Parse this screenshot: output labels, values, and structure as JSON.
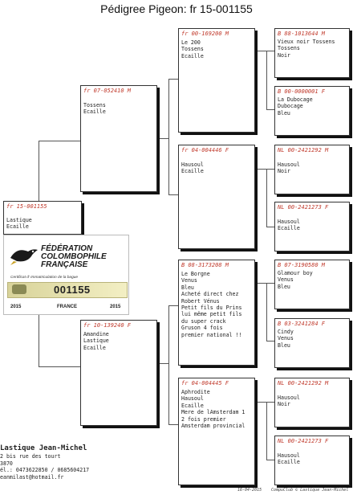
{
  "title": "Pédigree Pigeon: fr  15-001155",
  "pigeons": {
    "subject": {
      "ring": "fr  15-001155",
      "lines": [
        "Lastique",
        "Ecaille"
      ]
    },
    "sire": {
      "ring": "fr  07-052410 M",
      "lines": [
        "Tossens",
        "Ecaille"
      ]
    },
    "dam": {
      "ring": "fr  10-139240 F",
      "lines": [
        "Amandine",
        "Lastique",
        "Ecaille"
      ]
    },
    "ss": {
      "ring": "fr  00-169200 M",
      "lines": [
        "Le 200",
        "Tossens",
        "Ecaille"
      ]
    },
    "sd": {
      "ring": "fr  04-004446 F",
      "lines": [
        "Hausoul",
        "Ecaille"
      ]
    },
    "ds": {
      "ring": "B   08-3173208 M",
      "lines": [
        "Le Borgne",
        "Venus",
        "Bleu",
        "Acheté direct chez",
        "Robert Vénus",
        "Petit fils du Prins",
        "lui même petit fils",
        "du super crack",
        "Gruson 4 fois",
        "premier national !!"
      ]
    },
    "dd": {
      "ring": "fr  04-004445 F",
      "lines": [
        "Aphrodite",
        "Hausoul",
        "Ecaille",
        "Mere de lAmsterdam 1",
        "2 fois premier",
        "Amsterdam provincial"
      ]
    },
    "sss": {
      "ring": "B   88-1013644 M",
      "lines": [
        "Vieux noir Tossens",
        "Tossens",
        "Noir"
      ]
    },
    "ssd": {
      "ring": "B   00-0000001 F",
      "lines": [
        "La Dubocage",
        "Dubocage",
        "Bleu"
      ]
    },
    "sds": {
      "ring": "NL  00-2421292 M",
      "lines": [
        "Hausoul",
        "Noir"
      ]
    },
    "sdd": {
      "ring": "NL  00-2421273 F",
      "lines": [
        "Hausoul",
        "Ecaille"
      ]
    },
    "dss": {
      "ring": "B   07-3190580 M",
      "lines": [
        "Glamour boy",
        "Venus",
        "Bleu"
      ]
    },
    "dsd": {
      "ring": "B   03-3241284 F",
      "lines": [
        "Cindy",
        "Venus",
        "Bleu"
      ]
    },
    "dds": {
      "ring": "NL  00-2421292 M",
      "lines": [
        "Hausoul",
        "Noir"
      ]
    },
    "ddd": {
      "ring": "NL  00-2421273 F",
      "lines": [
        "Hausoul",
        "Ecaille"
      ]
    }
  },
  "certificate": {
    "federation": [
      "FÉDÉRATION",
      "COLOMBOPHILE",
      "FRANÇAISE"
    ],
    "subtitle": "Certificat d' Immatriculation de la bague",
    "number": "001155",
    "year_left": "2015",
    "country": "FRANCE",
    "year_right": "2015"
  },
  "owner": {
    "name": "Lastique Jean-Michel",
    "lines": [
      "2 bis rue des tourt",
      "3870",
      "él.: 0473622850 / 0685604217",
      "eanmilast@hotmail.fr"
    ]
  },
  "footer": {
    "date": "16-04-2015",
    "credit": "CompuClub © Lastique Jean-Michel"
  },
  "colors": {
    "ring_text": "#c0392b",
    "certificate_band": "#e6e1ad"
  }
}
